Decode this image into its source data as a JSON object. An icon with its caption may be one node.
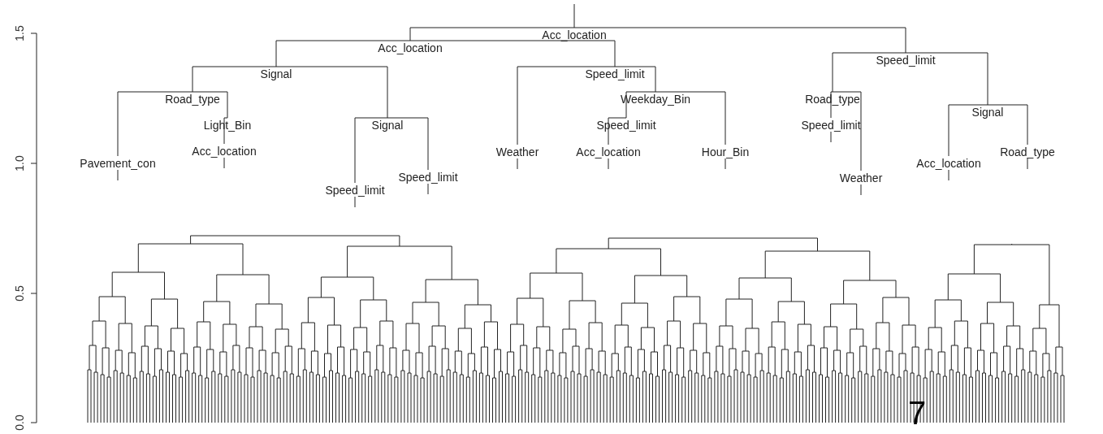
{
  "diagram": {
    "nodes": [
      {
        "text": [
          "Acc_location"
        ]
      },
      {
        "text": [
          "Acc_location"
        ]
      },
      {
        "text": [
          "Speed_limit"
        ]
      },
      {
        "text": [
          "Signal"
        ]
      },
      {
        "text": [
          "Speed_limit"
        ]
      },
      {
        "text": [
          "Road_type"
        ]
      },
      {
        "text": [
          "Signal"
        ]
      },
      {
        "text": [
          "Weather"
        ]
      },
      {
        "text": [
          "Weekday_Bin"
        ]
      },
      {
        "text": [
          "Road_type"
        ]
      },
      {
        "text": [
          "Signal"
        ]
      },
      {
        "text": [
          "Pavement_con"
        ]
      },
      {
        "text": [
          "Light_Bin"
        ]
      },
      {
        "text": [
          "Speed_limit"
        ]
      },
      {
        "text": [
          "Speed_limit"
        ]
      },
      {
        "text": [
          "Speed_limit"
        ]
      },
      {
        "text": [
          "Hour_Bin"
        ]
      },
      {
        "text": [
          "Speed_limit"
        ]
      },
      {
        "text": [
          "Weather"
        ]
      },
      {
        "text": [
          "Acc_location"
        ]
      },
      {
        "text": [
          "Road_type"
        ]
      },
      {
        "text": [
          "Acc_location"
        ]
      },
      {
        "text": [
          "Acc_location"
        ]
      }
    ],
    "edges": [
      {
        "from": 0,
        "to": 1,
        "arrow": "none"
      },
      {
        "from": 0,
        "to": 2,
        "arrow": "none"
      },
      {
        "from": 1,
        "to": 3,
        "arrow": "none"
      },
      {
        "from": 1,
        "to": 4,
        "arrow": "none"
      },
      {
        "from": 3,
        "to": 5,
        "arrow": "none"
      },
      {
        "from": 3,
        "to": 6,
        "arrow": "none"
      },
      {
        "from": 4,
        "to": 7,
        "arrow": "none"
      },
      {
        "from": 4,
        "to": 8,
        "arrow": "none"
      },
      {
        "from": 2,
        "to": 9,
        "arrow": "none"
      },
      {
        "from": 2,
        "to": 10,
        "arrow": "none"
      },
      {
        "from": 5,
        "to": 11,
        "arrow": "none"
      },
      {
        "from": 5,
        "to": 12,
        "arrow": "none"
      },
      {
        "from": 6,
        "to": 13,
        "arrow": "none"
      },
      {
        "from": 6,
        "to": 14,
        "arrow": "none"
      },
      {
        "from": 8,
        "to": 15,
        "arrow": "none"
      },
      {
        "from": 8,
        "to": 16,
        "arrow": "none"
      },
      {
        "from": 9,
        "to": 17,
        "arrow": "none"
      },
      {
        "from": 9,
        "to": 18,
        "arrow": "none"
      },
      {
        "from": 10,
        "to": 19,
        "arrow": "none"
      },
      {
        "from": 10,
        "to": 20,
        "arrow": "none"
      },
      {
        "from": 12,
        "to": 21,
        "arrow": "none"
      },
      {
        "from": 15,
        "to": 22,
        "arrow": "none"
      }
    ],
    "labels": [
      "1.5",
      "1.0",
      "0.5",
      "0.0",
      "7"
    ]
  }
}
